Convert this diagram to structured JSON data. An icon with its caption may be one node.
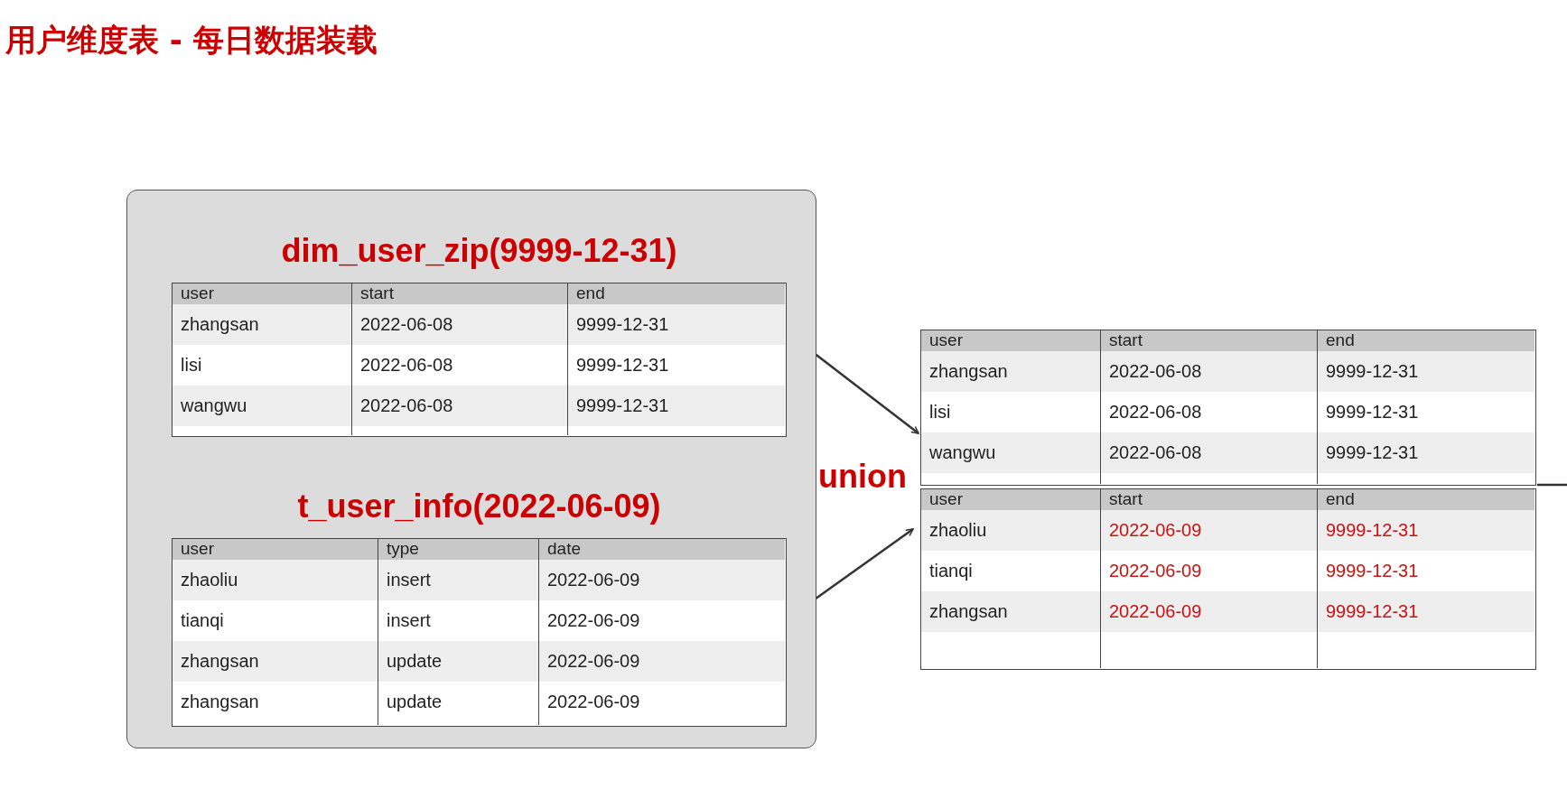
{
  "diagram": {
    "title": "用户维度表 - 每日数据装载",
    "nodes": [
      {
        "text": [],
        "shape": "box"
      },
      {
        "text": [
          "dim_user_zip(9999-12-31)"
        ],
        "in": 0
      },
      {
        "text": [
          "t_user_info(2022-06-09)"
        ],
        "in": 0
      },
      {
        "text": [],
        "shape": "table"
      },
      {
        "text": [],
        "shape": "table"
      }
    ],
    "edges": [
      {
        "from": 1,
        "to": 3,
        "arrow": "to"
      },
      {
        "from": 2,
        "to": 4,
        "arrow": "to"
      },
      {
        "from": 3,
        "to": null,
        "arrow": "none"
      }
    ],
    "labels": [
      "user",
      "start",
      "end",
      "zhangsan",
      "2022-06-08",
      "9999-12-31",
      "lisi",
      "2022-06-08",
      "9999-12-31",
      "wangwu",
      "2022-06-08",
      "9999-12-31",
      "user",
      "type",
      "date",
      "zhaoliu",
      "insert",
      "2022-06-09",
      "tianqi",
      "insert",
      "2022-06-09",
      "zhangsan",
      "update",
      "2022-06-09",
      "zhangsan",
      "update",
      "2022-06-09",
      "union",
      "user",
      "start",
      "end",
      "zhangsan",
      "2022-06-08",
      "9999-12-31",
      "lisi",
      "2022-06-08",
      "9999-12-31",
      "wangwu",
      "2022-06-08",
      "9999-12-31",
      "user",
      "start",
      "end",
      "zhaoliu",
      "2022-06-09",
      "9999-12-31",
      "tianqi",
      "2022-06-09",
      "9999-12-31",
      "zhangsan",
      "2022-06-09",
      "9999-12-31"
    ]
  }
}
